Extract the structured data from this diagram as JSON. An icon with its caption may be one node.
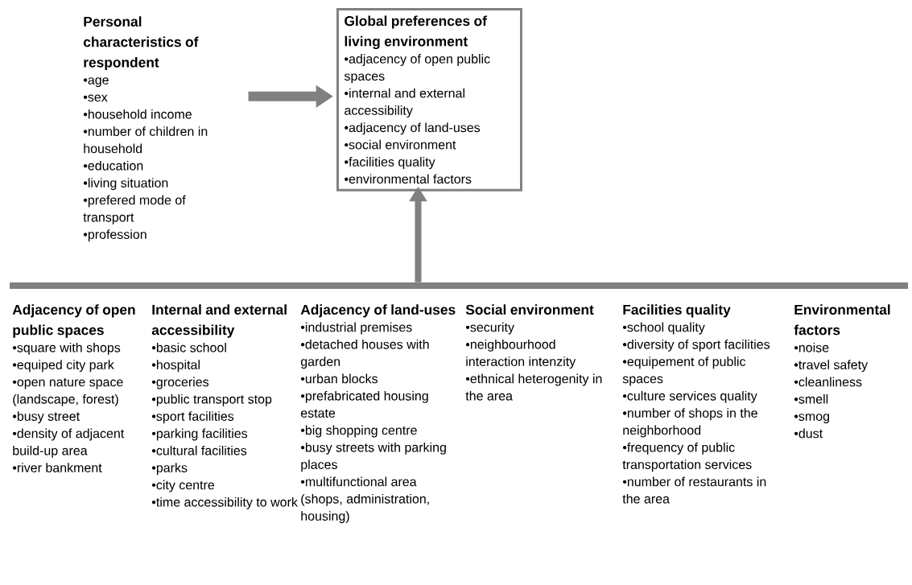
{
  "diagram": {
    "nodes": [
      {
        "text": [
          "Personal characteristics of respondent",
          "•age",
          "•sex",
          "•household income",
          "•number of children in household",
          "•education",
          "•living situation",
          "•prefered mode of transport",
          "•profession"
        ]
      },
      {
        "text": [
          "Global preferences of living environment",
          "•adjacency of open public spaces",
          "•internal and external accessibility",
          "•adjacency of land-uses",
          "•social environment",
          "•facilities quality",
          "•environmental factors"
        ]
      },
      {
        "text": [],
        "shape": "bar"
      },
      {
        "text": [
          "Adjacency of open public spaces",
          "•square with shops",
          "•equiped city park",
          "•open nature space (landscape, forest)",
          "•busy street",
          "•density of adjacent build-up area",
          "•river bankment"
        ]
      },
      {
        "text": [
          "Internal and external accessibility",
          "•basic school",
          "•hospital",
          "•groceries",
          "•public transport stop",
          "•sport facilities",
          "•parking facilities",
          "•cultural facilities",
          "•parks",
          "•city centre",
          "•time accessibility to work"
        ]
      },
      {
        "text": [
          "Adjacency of land-uses",
          "•industrial premises",
          "•detached houses with garden",
          "•urban blocks",
          "•prefabricated housing estate",
          "•big shopping centre",
          "•busy streets with parking places",
          "•multifunctional area (shops, administration, housing)"
        ]
      },
      {
        "text": [
          "Social environment",
          "•security",
          "•neighbourhood interaction intenzity",
          "•ethnical heterogenity in the area"
        ]
      },
      {
        "text": [
          "Facilities quality",
          "•school quality",
          "•diversity of sport facilities",
          "•equipement of public spaces",
          "•culture services quality",
          "•number of shops in the neighborhood",
          "•frequency of public transportation services",
          "•number of restaurants in the area"
        ]
      },
      {
        "text": [
          "Environmental factors",
          "•noise",
          "•travel safety",
          "•cleanliness",
          "•smell",
          "•smog",
          "•dust"
        ]
      }
    ],
    "edges": [
      {
        "from": 0,
        "to": 1,
        "arrow": "to"
      },
      {
        "from": 2,
        "to": 1,
        "arrow": "to"
      }
    ]
  }
}
